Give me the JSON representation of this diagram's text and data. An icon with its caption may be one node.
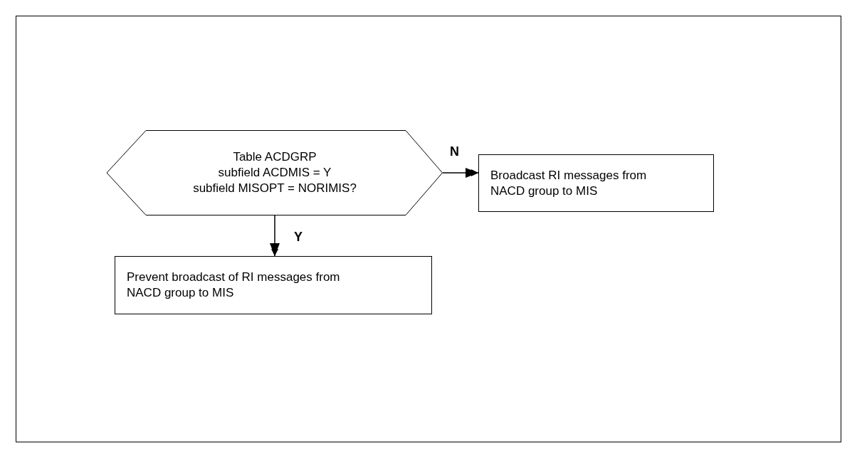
{
  "diagram": {
    "nodes": [
      {
        "text": [
          "Table ACDGRP",
          "subfield ACDMIS = Y",
          "subfield MISOPT = NORIMIS?"
        ]
      },
      {
        "text": [
          "Broadcast RI messages from NACD group to MIS"
        ]
      },
      {
        "text": [
          "Prevent broadcast of RI messages from NACD group to MIS"
        ]
      }
    ],
    "edges": [
      {
        "from": 0,
        "to": 1,
        "arrow": "to",
        "label": "N"
      },
      {
        "from": 0,
        "to": 2,
        "arrow": "to",
        "label": "Y"
      }
    ]
  }
}
